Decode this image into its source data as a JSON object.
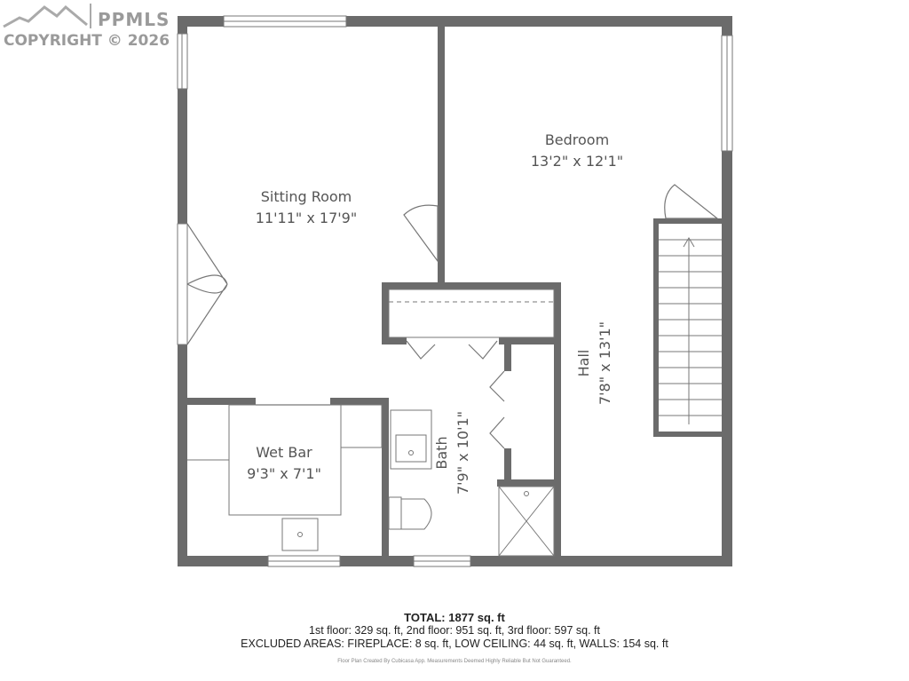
{
  "watermark": {
    "brand": "PPMLS",
    "copyright": "COPYRIGHT © 2026"
  },
  "colors": {
    "wall": "#6b6b6b",
    "line": "#777777",
    "text": "#555555"
  },
  "rooms": [
    {
      "name": "Sitting Room",
      "size": "11'11\" x 17'9\""
    },
    {
      "name": "Bedroom",
      "size": "13'2\" x 12'1\""
    },
    {
      "name": "Wet Bar",
      "size": "9'3\" x 7'1\""
    },
    {
      "name": "Bath",
      "size": "7'9\" x 10'1\""
    },
    {
      "name": "Hall",
      "size": "7'8\" x 13'1\""
    }
  ],
  "footer": {
    "total": "TOTAL: 1877 sq. ft",
    "floors": "1st floor: 329 sq. ft, 2nd floor: 951 sq. ft, 3rd floor: 597 sq. ft",
    "excluded": "EXCLUDED AREAS: FIREPLACE: 8 sq. ft, LOW CEILING: 44 sq. ft, WALLS: 154 sq. ft",
    "disclaimer": "Floor Plan Created By Cubicasa App. Measurements Deemed Highly Reliable But Not Guaranteed."
  }
}
